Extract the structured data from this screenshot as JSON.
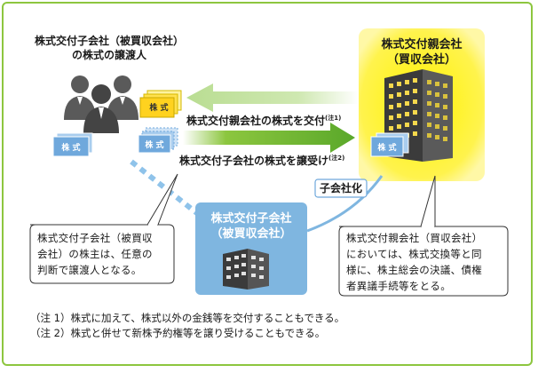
{
  "seller": {
    "line1": "株式交付子会社（被買収会社）",
    "line2": "の株式の譲渡人"
  },
  "parent": {
    "line1": "株式交付親会社",
    "line2": "（買収会社）",
    "stock_label": "株 式"
  },
  "subsidiary": {
    "line1": "株式交付子会社",
    "line2": "（被買収会社）"
  },
  "arrows": {
    "to_seller": "株式交付親会社の株式を交付",
    "to_seller_note": "(注1)",
    "to_parent": "株式交付子会社の株式を譲受け",
    "to_parent_note": "(注2)"
  },
  "stock_labels": {
    "yellow": "株 式",
    "blue_seller": "株 式",
    "blue_stack": "株 式"
  },
  "badge": "子会社化",
  "callout_left": {
    "line1": "株式交付子会社（被買収",
    "line2": "会社）の株主は、任意の",
    "line3": "判断で譲渡人となる。"
  },
  "callout_right": {
    "line1": "株式交付親会社（買収会社）",
    "line2": "においては、株式交換等と同",
    "line3": "様に、株主総会の決議、債権",
    "line4": "者異議手続等をとる。"
  },
  "notes": {
    "note1": "（注 1）株式に加えて、株式以外の金銭等を交付することもできる。",
    "note2": "（注 2）株式と併せて新株予約権等を譲り受けることもできる。"
  },
  "colors": {
    "frame": "#8dc63f",
    "arrow_green": "#6ab42d",
    "parent_bg": "#fff200",
    "subsidiary_bg": "#7fb6e0",
    "stock_blue": "#6fa8dc",
    "stock_yellow": "#ffe14d",
    "dotted_line": "#8fc3ea"
  }
}
